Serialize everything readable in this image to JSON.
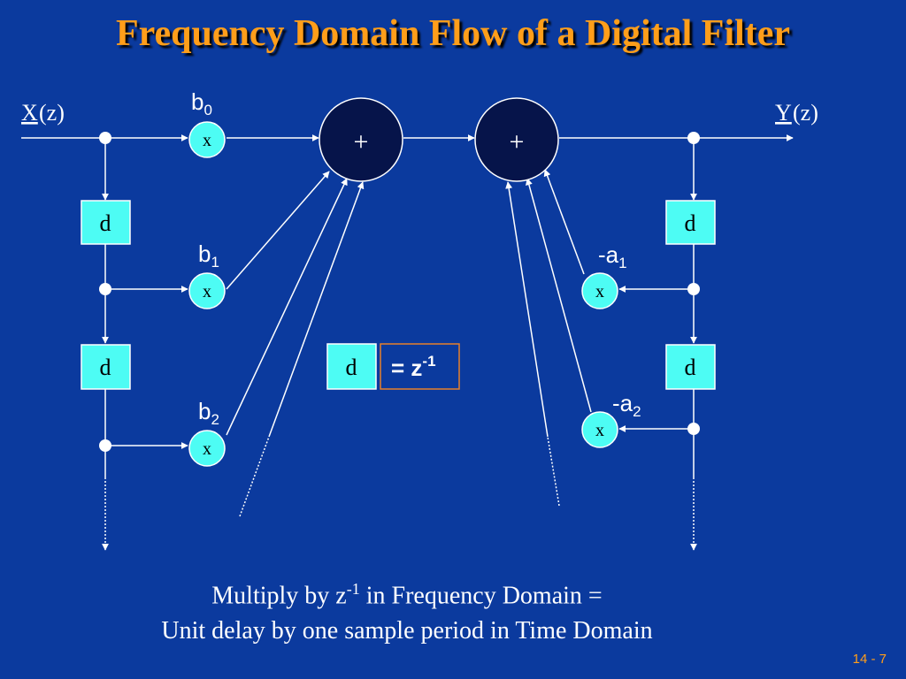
{
  "title": "Frequency Domain Flow of a Digital Filter",
  "input_label": {
    "var": "X",
    "arg": "(z)"
  },
  "output_label": {
    "var": "Y",
    "arg": "(z)"
  },
  "adder_symbol": "+",
  "multiplier_symbol": "x",
  "delay_symbol": "d",
  "coefficients": {
    "b0": {
      "base": "b",
      "sub": "0"
    },
    "b1": {
      "base": "b",
      "sub": "1"
    },
    "b2": {
      "base": "b",
      "sub": "2"
    },
    "a1": {
      "base": "-a",
      "sub": "1"
    },
    "a2": {
      "base": "-a",
      "sub": "2"
    }
  },
  "legend": {
    "delay": "d",
    "equals": "= z",
    "exponent": "-1"
  },
  "caption": {
    "line1_before": "Multiply by z",
    "line1_exponent": "-1",
    "line1_after": " in Frequency Domain =",
    "line2": "Unit delay by one sample period in Time Domain"
  },
  "slide_number": "14 - 7",
  "colors": {
    "background": "#0b3a9e",
    "title": "#ff9e1a",
    "box_fill": "#4dfcf4",
    "adder_fill": "#06144a",
    "line": "#ffffff",
    "legend_border": "#e8802a"
  }
}
